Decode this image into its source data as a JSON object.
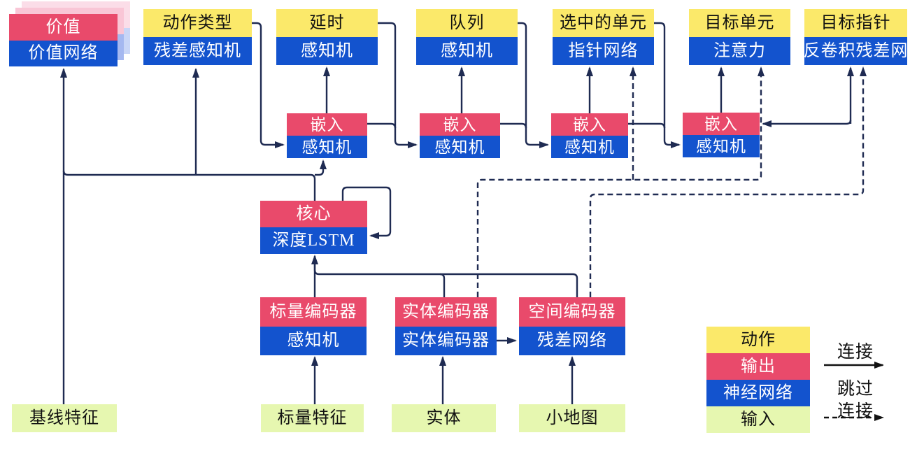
{
  "diagram": {
    "heads": [
      {
        "id": "value",
        "top": "价值",
        "bottom": "价值网络"
      },
      {
        "id": "action-type",
        "top": "动作类型",
        "bottom": "残差感知机"
      },
      {
        "id": "delay",
        "top": "延时",
        "bottom": "感知机"
      },
      {
        "id": "queue",
        "top": "队列",
        "bottom": "感知机"
      },
      {
        "id": "selected-units",
        "top": "选中的单元",
        "bottom": "指针网络"
      },
      {
        "id": "target-unit",
        "top": "目标单元",
        "bottom": "注意力"
      },
      {
        "id": "target-point",
        "top": "目标指针",
        "bottom": "反卷积残差网"
      }
    ],
    "embeds": [
      {
        "top": "嵌入",
        "bottom": "感知机"
      },
      {
        "top": "嵌入",
        "bottom": "感知机"
      },
      {
        "top": "嵌入",
        "bottom": "感知机"
      },
      {
        "top": "嵌入",
        "bottom": "感知机"
      }
    ],
    "core": {
      "top": "核心",
      "bottom": "深度LSTM"
    },
    "encoders": [
      {
        "id": "scalar-encoder",
        "top": "标量编码器",
        "bottom": "感知机"
      },
      {
        "id": "entity-encoder",
        "top": "实体编码器",
        "bottom": "实体编码器"
      },
      {
        "id": "spatial-encoder",
        "top": "空间编码器",
        "bottom": "残差网络"
      }
    ],
    "inputs": [
      {
        "id": "baseline-features",
        "label": "基线特征"
      },
      {
        "id": "scalar-features",
        "label": "标量特征"
      },
      {
        "id": "entities",
        "label": "实体"
      },
      {
        "id": "minimap",
        "label": "小地图"
      }
    ],
    "legend": {
      "items": [
        {
          "label": "动作",
          "color": "#fbe96a"
        },
        {
          "label": "输出",
          "color": "#e94a6b"
        },
        {
          "label": "神经网络",
          "color": "#1353ce"
        },
        {
          "label": "输入",
          "color": "#e6f7b0"
        }
      ],
      "solid_arrow_label": "连接",
      "dashed_arrow_label_line1": "跳过",
      "dashed_arrow_label_line2": "连接"
    }
  },
  "colors": {
    "yellow": "#fbe96a",
    "red": "#e94a6b",
    "blue": "#1353ce",
    "green": "#e6f7b0",
    "line": "#1f2b52",
    "ink": "#111111",
    "bg": "#ffffff",
    "shadow_pink": "#f9c6d6",
    "shadow_blue": "#a5b8f0",
    "shadow_pink2": "#fbdde8",
    "shadow_blue2": "#c9d6f7"
  }
}
